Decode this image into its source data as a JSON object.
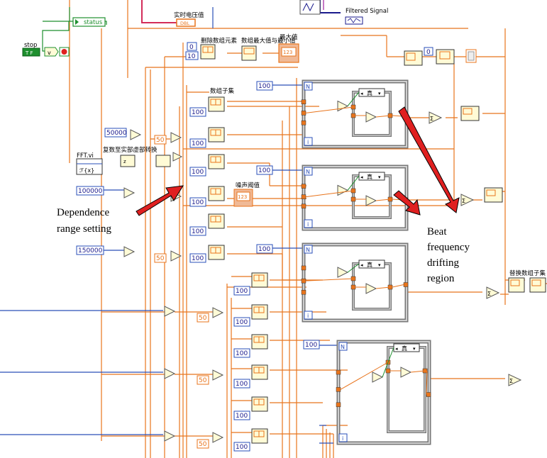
{
  "labels": {
    "status": "status",
    "stop": "stop",
    "tf": "T F",
    "dbl": "DBL",
    "realtime_voltage": "实时电压值",
    "filtered_signal": "Filtered Signal",
    "delete_array_element": "删除数组元素",
    "array_max_min": "数组最大值与最小值",
    "max_value": "最大值",
    "array_subset": "数组子集",
    "fft_vi": "FFT.vi",
    "fft_symbol": "ℱ{x}",
    "complex_to_real_imag": "复数至实部虚部转换",
    "noise_threshold": "噪声阈值",
    "replace_array_subset": "替换数组子集",
    "case_true": "真",
    "n": "N",
    "i": "i",
    "num_123": "123"
  },
  "constants": {
    "zero": "0",
    "ten": "10",
    "fifty_k": "50000",
    "hundred_k": "100000",
    "one_fifty_k": "150000",
    "fifty": "50",
    "hundred": "100"
  },
  "annotations": {
    "dependence": [
      "Dependence",
      "range setting"
    ],
    "beat": [
      "Beat",
      "frequency",
      "drifting",
      "region"
    ]
  },
  "colors": {
    "wire_orange": "#e8741c",
    "wire_blue": "#2a4fb8",
    "wire_green": "#1e8f2e",
    "wire_pink": "#d32d5a",
    "arrow_red": "#e02020"
  }
}
